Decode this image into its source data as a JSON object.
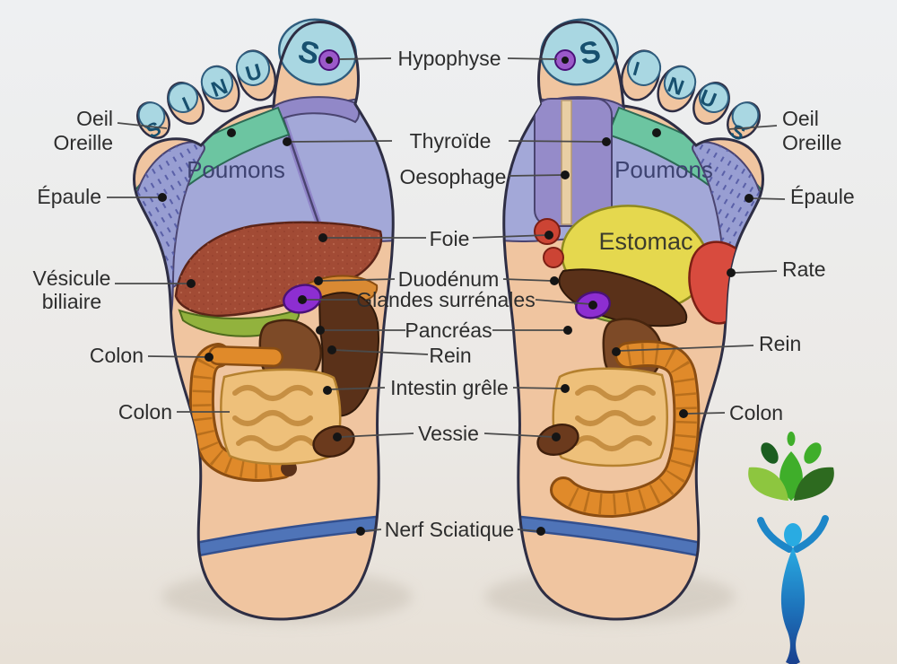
{
  "diagram": {
    "type": "foot-reflexology-chart",
    "language": "fr",
    "subject": "plantar reflex zones of both feet"
  },
  "zones": {
    "poumons": "Poumons",
    "estomac": "Estomac",
    "sinus_letters": [
      "S",
      "I",
      "N",
      "U",
      "S"
    ]
  },
  "labels": {
    "hypophyse": "Hypophyse",
    "oeil": "Oeil",
    "oreille": "Oreille",
    "thyroide": "Thyroïde",
    "oesophage": "Oesophage",
    "epaule": "Épaule",
    "foie": "Foie",
    "vesicule_line1": "Vésicule",
    "vesicule_line2": "biliaire",
    "duodenum": "Duodénum",
    "glandes_surrenales": "Glandes surrénales",
    "pancreas": "Pancréas",
    "rein": "Rein",
    "colon": "Colon",
    "intestin_grele": "Intestin grêle",
    "vessie": "Vessie",
    "rate": "Rate",
    "nerf_sciatique": "Nerf Sciatique"
  },
  "colors": {
    "background_top": "#eef0f2",
    "background_bottom": "#e7e0d6",
    "skin": "#f0c5a0",
    "outline": "#2e2e44",
    "toe_cap_blue": "#a9d7e2",
    "sinus_letter": "#17506f",
    "teal_eye_ear_zone": "#6cc5a1",
    "lung_zone": "#a3a8d8",
    "shoulder_hatch": "#5a60a8",
    "hypophyse_purple": "#9b59c9",
    "liver_red_brown": "#a24b35",
    "gallbladder_green": "#92b23d",
    "adrenal_purple": "#8d2ed1",
    "kidney_brown": "#7d4a27",
    "duodenum_dark_brown": "#5a3119",
    "colon_orange": "#e08a2a",
    "intestine_tan": "#eec07a",
    "stomach_yellow": "#e5d84e",
    "spleen_red": "#d84b3e",
    "sciatic_band_blue": "#4f74b8",
    "label_text": "#2d2d2d",
    "logo_green_light": "#8dc63f",
    "logo_green_mid": "#3fae2a",
    "logo_green_dark": "#2d6a1f",
    "logo_blue": "#29abe2",
    "logo_navy": "#1a3e8c"
  }
}
